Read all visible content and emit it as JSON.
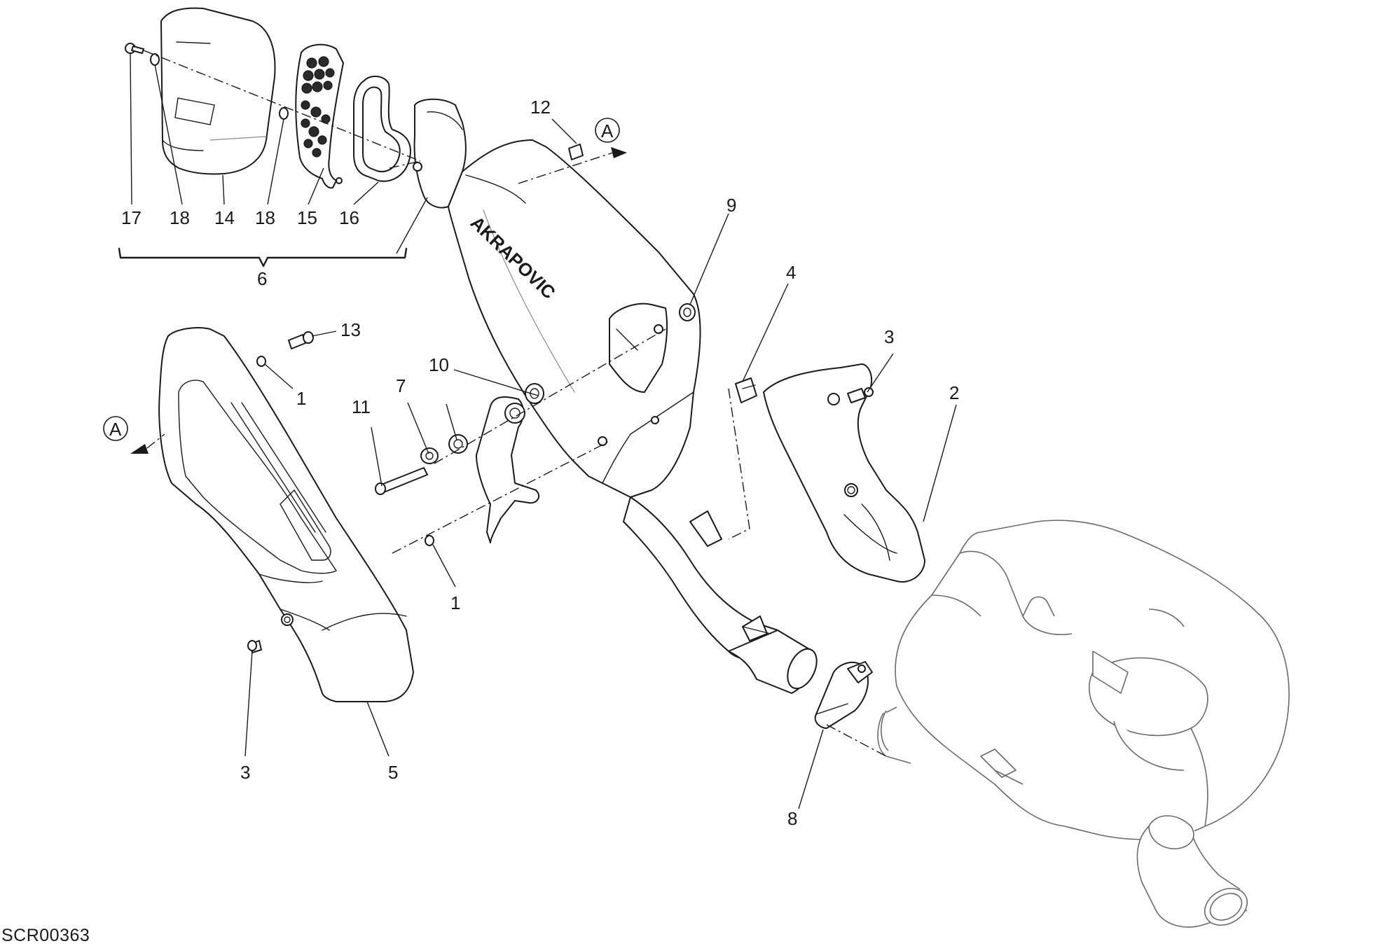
{
  "drawing_code": "SCR00363",
  "brand_text": "AKRAPOVIC",
  "reference_marker": "A",
  "group_label": "6",
  "callouts": {
    "c1a": "1",
    "c1b": "1",
    "c2": "2",
    "c3a": "3",
    "c3b": "3",
    "c4": "4",
    "c5": "5",
    "c7": "7",
    "c8": "8",
    "c9": "9",
    "c10": "10",
    "c11": "11",
    "c12": "12",
    "c13": "13",
    "c14": "14",
    "c15": "15",
    "c16": "16",
    "c17": "17",
    "c18a": "18",
    "c18b": "18"
  }
}
